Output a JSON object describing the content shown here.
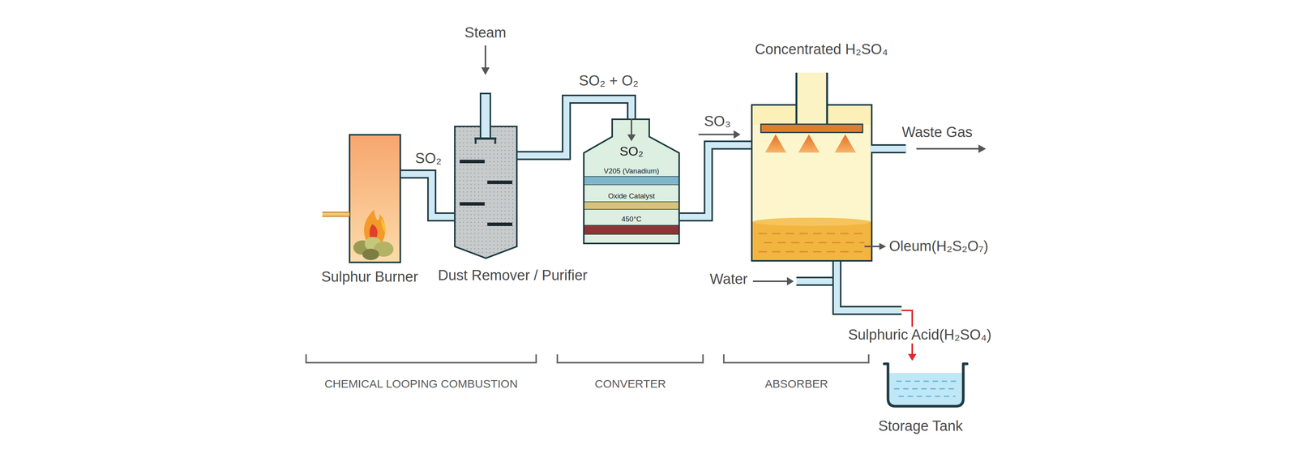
{
  "diagram": {
    "nodes": [
      {
        "text": [
          "Sulphur Burner"
        ]
      },
      {
        "text": [
          "Dust Remover / Purifier"
        ]
      },
      {
        "text": [
          "SO₂",
          "V205 (Vanadium)",
          "Oxide Catalyst",
          "450°C"
        ]
      },
      {
        "text": [
          "Concentrated H₂SO₄"
        ]
      },
      {
        "text": [
          "Storage Tank"
        ]
      }
    ],
    "edges": [
      {
        "from": 0,
        "to": 1,
        "label": "SO₂",
        "arrow": "none"
      },
      {
        "from": 1,
        "to": 2,
        "label": "SO₂ + O₂",
        "arrow": "to"
      },
      {
        "from": 2,
        "to": 3,
        "label": "SO₃",
        "arrow": "to"
      },
      {
        "from": 3,
        "to": 4,
        "arrow": "to"
      }
    ],
    "labels": [
      "Steam",
      "Waste Gas",
      "Oleum(H₂S₂O₇)",
      "Water",
      "Sulphuric Acid(H₂SO₄)",
      "CHEMICAL LOOPING COMBUSTION",
      "CONVERTER",
      "ABSORBER"
    ]
  }
}
